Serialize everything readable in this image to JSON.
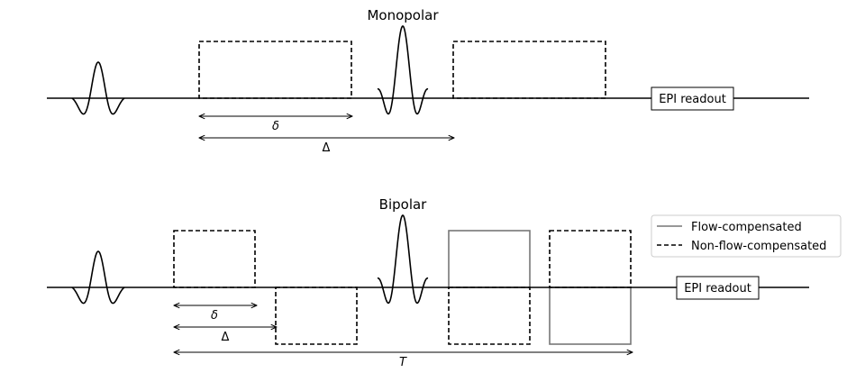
{
  "monopolar": {
    "title": "Monopolar",
    "readout_label": "EPI readout",
    "delta_small": "δ",
    "delta_big": "Δ"
  },
  "bipolar": {
    "title": "Bipolar",
    "readout_label": "EPI readout",
    "delta_small": "δ",
    "delta_big": "Δ",
    "period": "T"
  },
  "legend": {
    "items": [
      {
        "label": "Flow-compensated",
        "color": "#777777",
        "style": "solid"
      },
      {
        "label": "Non-flow-compensated",
        "color": "#000000",
        "style": "dashed"
      }
    ]
  },
  "colors": {
    "line": "#000000",
    "flow_compensated": "#777777"
  }
}
